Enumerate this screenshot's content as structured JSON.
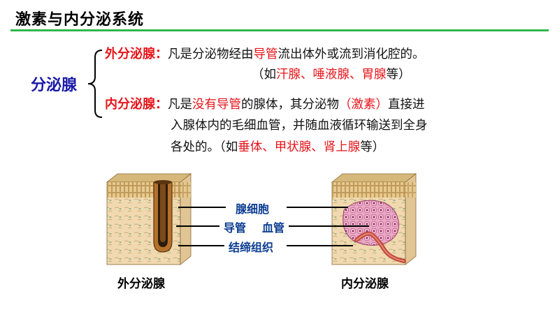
{
  "title": "激素与内分泌系统",
  "main_term": "分泌腺",
  "exocrine": {
    "label": "外分泌腺：",
    "line1_a": "凡是分泌物经由",
    "line1_b": "导管",
    "line1_c": "流出体外或流到消化腔的。",
    "line2_a": "（如",
    "line2_b": "汗腺、唾液腺、胃腺",
    "line2_c": "等）"
  },
  "endocrine": {
    "label": "内分泌腺：",
    "line1_a": "凡是",
    "line1_b": "没有导管",
    "line1_c": "的腺体，其分泌物",
    "line1_d": "（激素）",
    "line1_e": "直接进",
    "line2": "入腺体内的毛细血管，并随血液循环输送到全身",
    "line3_a": "各处的。（如",
    "line3_b": "垂体、甲状腺、肾上腺",
    "line3_c": "等）"
  },
  "figure": {
    "labels": {
      "gland_cell": "腺细胞",
      "duct": "导管",
      "blood_vessel": "血管",
      "connective_tissue": "结缔组织"
    },
    "captions": {
      "left": "外分泌腺",
      "right": "内分泌腺"
    },
    "label_color": "#0b3d91"
  }
}
